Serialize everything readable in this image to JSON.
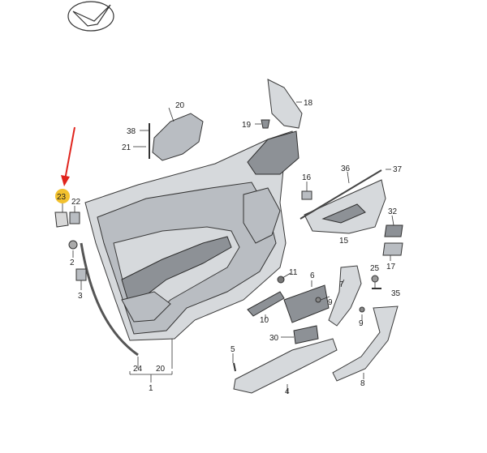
{
  "logo": {
    "name": "brand-emblem"
  },
  "highlight": {
    "part": "23",
    "color": "#f2c12e",
    "arrow_color": "#e0231c"
  },
  "labels": {
    "p1": "1",
    "p2": "2",
    "p3": "3",
    "p4": "4",
    "p5": "5",
    "p6": "6",
    "p7": "7",
    "p8": "8",
    "p9a": "9",
    "p9b": "9",
    "p10": "10",
    "p11": "11",
    "p15": "15",
    "p16": "16",
    "p17": "17",
    "p18": "18",
    "p19": "19",
    "p20top": "20",
    "p20bot": "20",
    "p21": "21",
    "p22": "22",
    "p23": "23",
    "p24": "24",
    "p25": "25",
    "p30": "30",
    "p32": "32",
    "p35": "35",
    "p36": "36",
    "p37": "37",
    "p38": "38"
  }
}
